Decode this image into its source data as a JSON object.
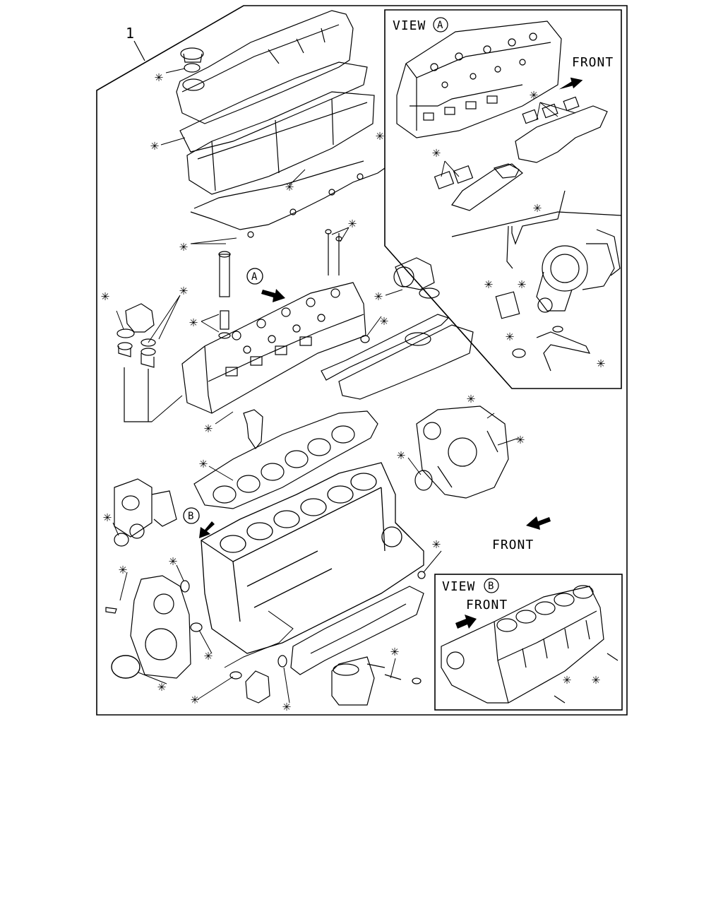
{
  "diagram": {
    "part_number": "1",
    "view_a": {
      "label": "VIEW",
      "letter": "A",
      "front_label": "FRONT"
    },
    "view_b": {
      "label": "VIEW",
      "letter": "B",
      "front_label": "FRONT"
    },
    "main_front_label": "FRONT",
    "callout_a": "A",
    "callout_b": "B",
    "star_symbol": "✳"
  }
}
